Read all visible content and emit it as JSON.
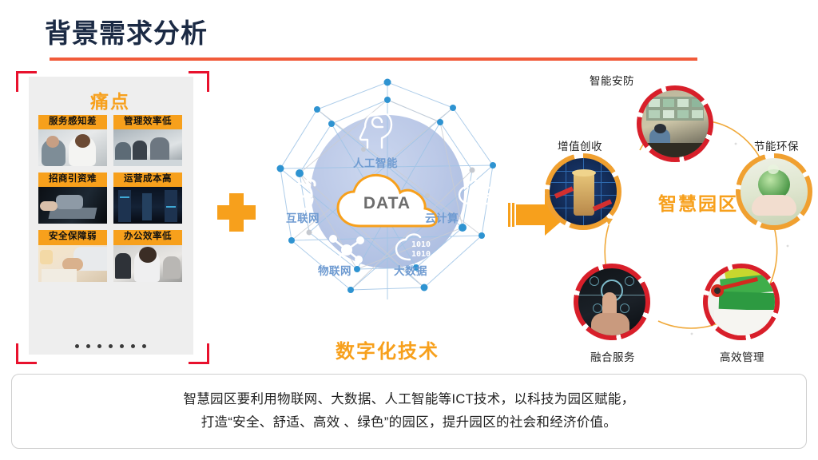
{
  "slide": {
    "title": "背景需求分析",
    "accent_orange": "#f7a01c",
    "accent_red": "#e8112d",
    "rule_color": "#f15b3a",
    "title_color": "#1b2a44"
  },
  "pain_panel": {
    "heading": "痛点",
    "cards": [
      {
        "label": "服务感知差"
      },
      {
        "label": "管理效率低"
      },
      {
        "label": "招商引资难"
      },
      {
        "label": "运营成本高"
      },
      {
        "label": "安全保障弱"
      },
      {
        "label": "办公效率低"
      }
    ],
    "dot_count": 7
  },
  "connector": {
    "plus_symbol": "plus-icon",
    "arrow_symbol": "arrow-right-icon"
  },
  "digital": {
    "title": "数字化技术",
    "center_label": "DATA",
    "labels": [
      {
        "text": "人工智能",
        "icon": "ai-head-icon"
      },
      {
        "text": "互联网",
        "icon": "internet-e-icon"
      },
      {
        "text": "云计算",
        "icon": "cloud-server-icon"
      },
      {
        "text": "物联网",
        "icon": "iot-network-icon"
      },
      {
        "text": "大数据",
        "icon": "big-data-icon"
      }
    ]
  },
  "park": {
    "title": "智慧园区",
    "nodes": [
      {
        "label": "智能安防",
        "ring": "#d81f2a",
        "photo": "security-control-room"
      },
      {
        "label": "节能环保",
        "ring": "#f7a01c",
        "photo": "green-earth-in-hands"
      },
      {
        "label": "高效管理",
        "ring": "#d81f2a",
        "photo": "energy-rating-gauge"
      },
      {
        "label": "融合服务",
        "ring": "#d81f2a",
        "photo": "touch-interface-hand"
      },
      {
        "label": "增值创收",
        "ring": "#f7a01c",
        "photo": "coins-stack-growth"
      }
    ]
  },
  "caption": {
    "line1": "智慧园区要利用物联网、大数据、人工智能等ICT技术，以科技为园区赋能，",
    "line2": "打造“安全、舒适、高效 、绿色”的园区，提升园区的社会和经济价值。"
  }
}
